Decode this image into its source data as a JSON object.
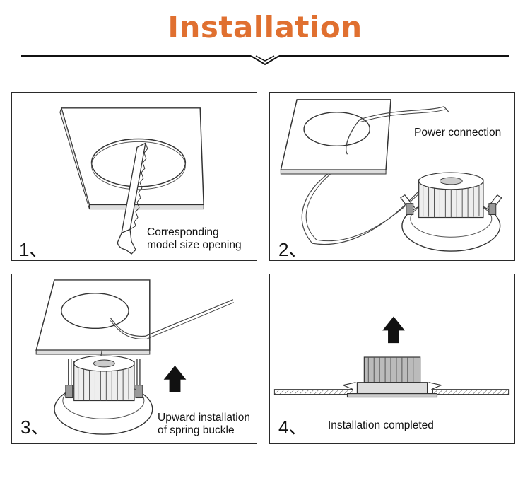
{
  "header": {
    "title": "Installation"
  },
  "steps": [
    {
      "number": "1、",
      "caption_line1": "Corresponding",
      "caption_line2": "model size opening"
    },
    {
      "number": "2、",
      "caption_line1": "Power connection"
    },
    {
      "number": "3、",
      "caption_line1": "Upward installation",
      "caption_line2": "of spring buckle"
    },
    {
      "number": "4、",
      "caption_line1": "Installation completed"
    }
  ],
  "colors": {
    "title": "#e07030",
    "line": "#2a2a2a"
  },
  "icons": [
    "saw-icon",
    "downlight-icon",
    "up-arrow-icon",
    "ceiling-panel-icon"
  ]
}
